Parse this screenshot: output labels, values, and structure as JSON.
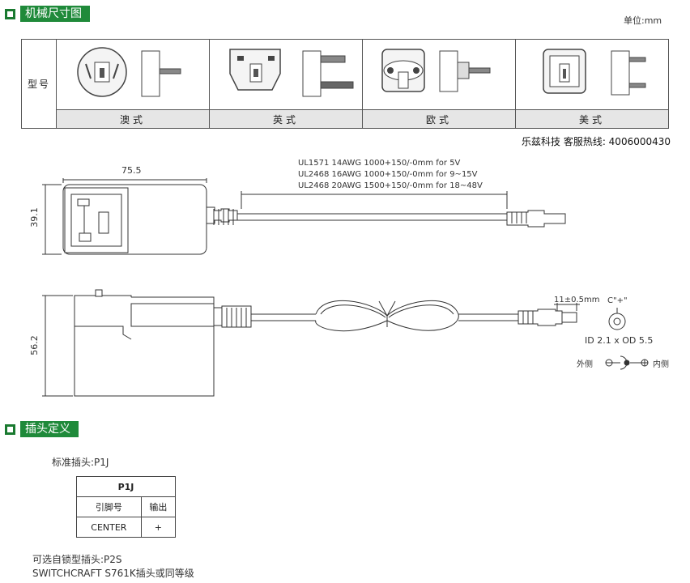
{
  "section1": {
    "title": "机械尺寸图",
    "unit": "单位:mm"
  },
  "models": {
    "row_label": "型号",
    "types": [
      "澳式",
      "英式",
      "欧式",
      "美式"
    ]
  },
  "hotline": "乐兹科技 客服热线: 4006000430",
  "top_view": {
    "length": "75.5",
    "height": "39.1",
    "cable_specs": [
      "UL1571 14AWG 1000+150/-0mm for 5V",
      "UL2468 16AWG 1000+150/-0mm for 9~15V",
      "UL2468 20AWG 1500+150/-0mm for 18~48V"
    ]
  },
  "side_view": {
    "height": "56.2",
    "plug_length": "11±0.5mm",
    "polarity": "C\"+\"",
    "dc_size": "ID 2.1 x OD 5.5",
    "outer_label": "外侧",
    "inner_label": "内侧"
  },
  "section2": {
    "title": "插头定义"
  },
  "standard_plug": "标准插头:P1J",
  "pin_table": {
    "title": "P1J",
    "headers": [
      "引脚号",
      "输出"
    ],
    "rows": [
      [
        "CENTER",
        "+"
      ]
    ]
  },
  "optional_plug": "可选自锁型插头:P2S",
  "optional_note": "SWITCHCRAFT S761K插头或同等级",
  "colors": {
    "accent": "#1f8a3a",
    "line": "#333333"
  }
}
